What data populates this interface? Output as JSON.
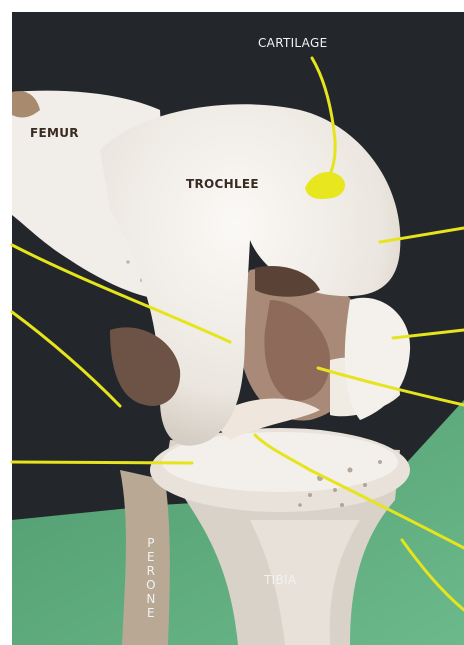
{
  "labels": {
    "femur": "FEMUR",
    "trochlee": "TROCHLEE",
    "cartilage": "CARTILAGE",
    "tibia": "TIBIA",
    "perone": "PERONE"
  },
  "colors": {
    "background_dark": "#24282c",
    "background_green": "#5aa77c",
    "bone": "#eeeae4",
    "leader_line": "#e6e41c"
  }
}
